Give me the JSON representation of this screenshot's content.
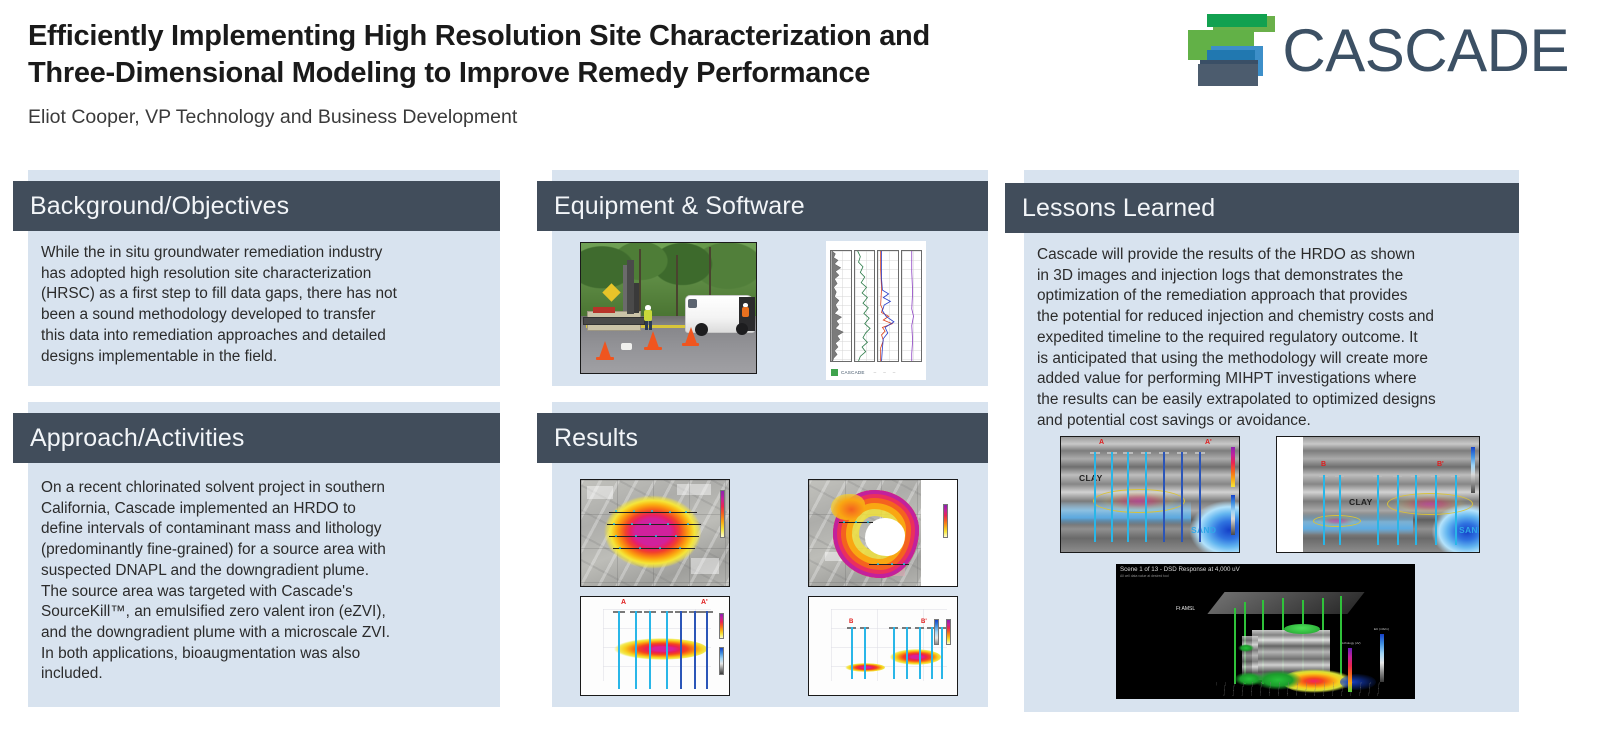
{
  "header": {
    "title_line1": "Efficiently Implementing High Resolution Site Characterization and",
    "title_line2": "Three-Dimensional Modeling to Improve Remedy Performance",
    "subtitle": "Eliot Cooper, VP Technology and Business Development"
  },
  "logo": {
    "wordmark": "CASCADE",
    "colors": {
      "green_dark": "#12a150",
      "green_light": "#62b147",
      "blue": "#2178b0",
      "blue_light": "#3d8fc9",
      "slate": "#4c5c6e",
      "wordmark_color": "#3c5064"
    }
  },
  "theme": {
    "header_bar": "#414d5b",
    "panel_bg": "#d8e3ef",
    "page_bg": "#ffffff",
    "body_text": "#2b2b2b"
  },
  "sections": {
    "background": {
      "heading": "Background/Objectives",
      "body": "While the in situ groundwater remediation industry\nhas adopted high resolution site characterization\n(HRSC) as a first step to fill data gaps, there has not\nbeen a sound methodology developed to transfer\nthis data into remediation approaches and detailed\ndesigns implementable in the field."
    },
    "approach": {
      "heading": "Approach/Activities",
      "body": "On a recent chlorinated solvent project in southern\nCalifornia, Cascade implemented an HRDO to\ndefine intervals of contaminant mass and lithology\n(predominantly fine-grained) for a source area with\nsuspected DNAPL and the downgradient plume.\nThe source area  was targeted with Cascade's\nSourceKill™, an emulsified zero valent iron (eZVI),\nand the downgradient plume with a microscale ZVI.\nIn both applications, bioaugmentation was also\nincluded."
    },
    "equipment": {
      "heading": "Equipment & Software",
      "photo_caption": "field-drilling-rig-and-support-van",
      "log_caption": "mihpt-four-panel-borehole-log",
      "log_brand": "CASCADE"
    },
    "results": {
      "heading": "Results",
      "images": [
        "plume-map-source-area",
        "plume-map-downgradient",
        "cross-section-a-a-prime",
        "cross-section-b-b-prime"
      ],
      "section_labels": {
        "a_start": "A",
        "a_end": "A'",
        "b_start": "B",
        "b_end": "B'"
      }
    },
    "lessons": {
      "heading": "Lessons Learned",
      "body": "Cascade will provide the results of the HRDO as shown\nin 3D images and injection logs that demonstrates the\noptimization of the remediation approach that provides\nthe potential for reduced injection and chemistry costs and\nexpedited timeline to the required regulatory outcome. It\nis anticipated that using the methodology will create more\nadded value for performing MIHPT investigations where\nthe results can be easily extrapolated to optimized designs\nand potential cost savings or avoidance.",
      "lithology_left": {
        "start_label": "A",
        "end_label": "A'",
        "clay_label": "CLAY",
        "sand_label": "SAND"
      },
      "lithology_right": {
        "start_label": "B",
        "end_label": "B'",
        "clay_label": "CLAY",
        "sand_label": "SAND"
      },
      "scene3d": {
        "title": "Scene 1 of 13 - DSD Response at 4,000 uV",
        "subtitle": "All cell data value at desired tool",
        "axis_label": "Ft AMSL",
        "legend_a": "Lithology (uV)",
        "legend_b": "EC (mS/m)"
      }
    }
  }
}
